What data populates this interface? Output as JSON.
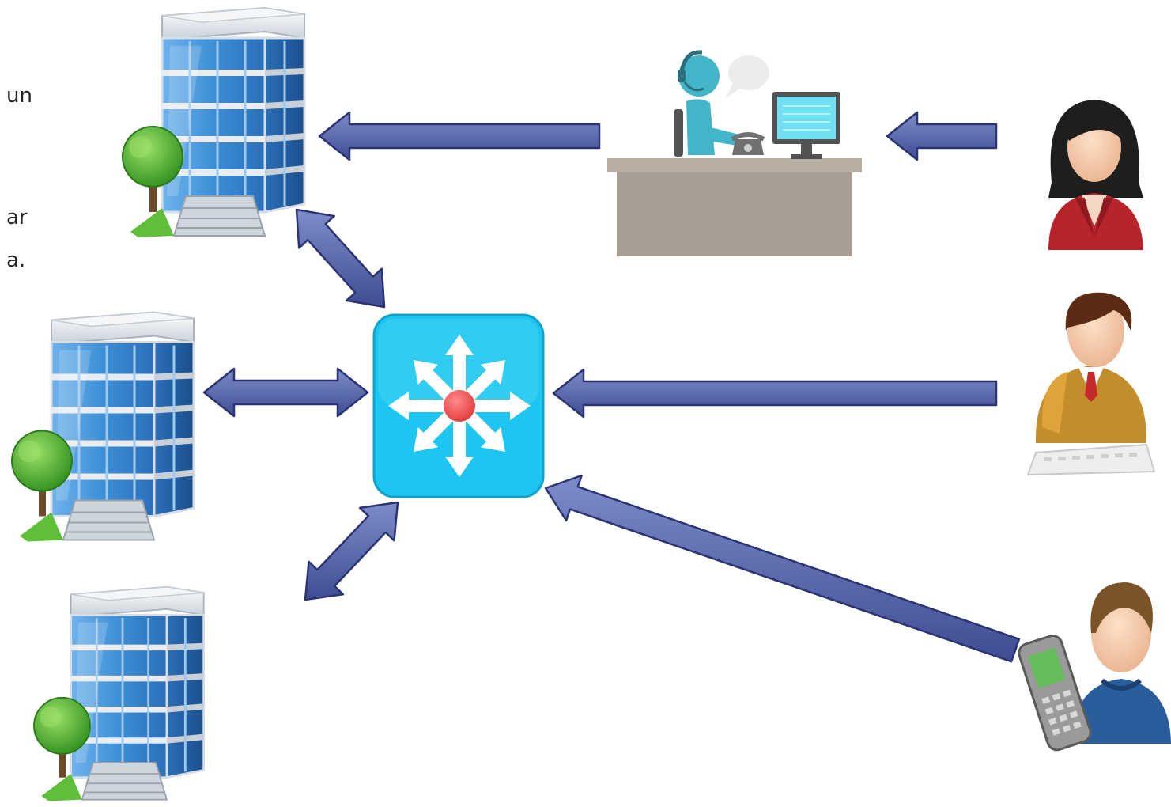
{
  "text_fragments": [
    "un",
    "ar",
    "a."
  ],
  "colors": {
    "arrow_fill": "#4f5ea6",
    "arrow_stroke": "#2a3472",
    "arrow_highlight": "#8c96cf",
    "hub_bg": "#1cc6f0",
    "hub_center": "#f25a5a",
    "building_glass": "#3d8fd6",
    "building_frame": "#e9edf2",
    "tree_green": "#4caf2a",
    "desk": "#a89f94",
    "agent": "#42b6c8",
    "woman_jacket": "#b8242c",
    "man_sweater": "#c38d2c",
    "mobile_shirt": "#2a5d9c"
  },
  "nodes": [
    {
      "id": "building-top",
      "icon": "office-building-icon"
    },
    {
      "id": "building-middle",
      "icon": "office-building-icon"
    },
    {
      "id": "building-bottom",
      "icon": "office-building-icon"
    },
    {
      "id": "hub",
      "icon": "layer3-switch-icon"
    },
    {
      "id": "call-center",
      "icon": "call-center-agent-icon"
    },
    {
      "id": "user-woman",
      "icon": "businesswoman-icon"
    },
    {
      "id": "user-keyboard",
      "icon": "user-at-keyboard-icon"
    },
    {
      "id": "user-mobile",
      "icon": "user-with-mobile-phone-icon"
    }
  ],
  "edges": [
    {
      "from": "call-center",
      "to": "building-top",
      "direction": "one-way"
    },
    {
      "from": "user-woman",
      "to": "call-center",
      "direction": "one-way"
    },
    {
      "from": "building-top",
      "to": "hub",
      "direction": "two-way"
    },
    {
      "from": "building-middle",
      "to": "hub",
      "direction": "two-way"
    },
    {
      "from": "building-bottom",
      "to": "hub",
      "direction": "two-way"
    },
    {
      "from": "user-keyboard",
      "to": "hub",
      "direction": "one-way"
    },
    {
      "from": "user-mobile",
      "to": "hub",
      "direction": "one-way"
    }
  ]
}
